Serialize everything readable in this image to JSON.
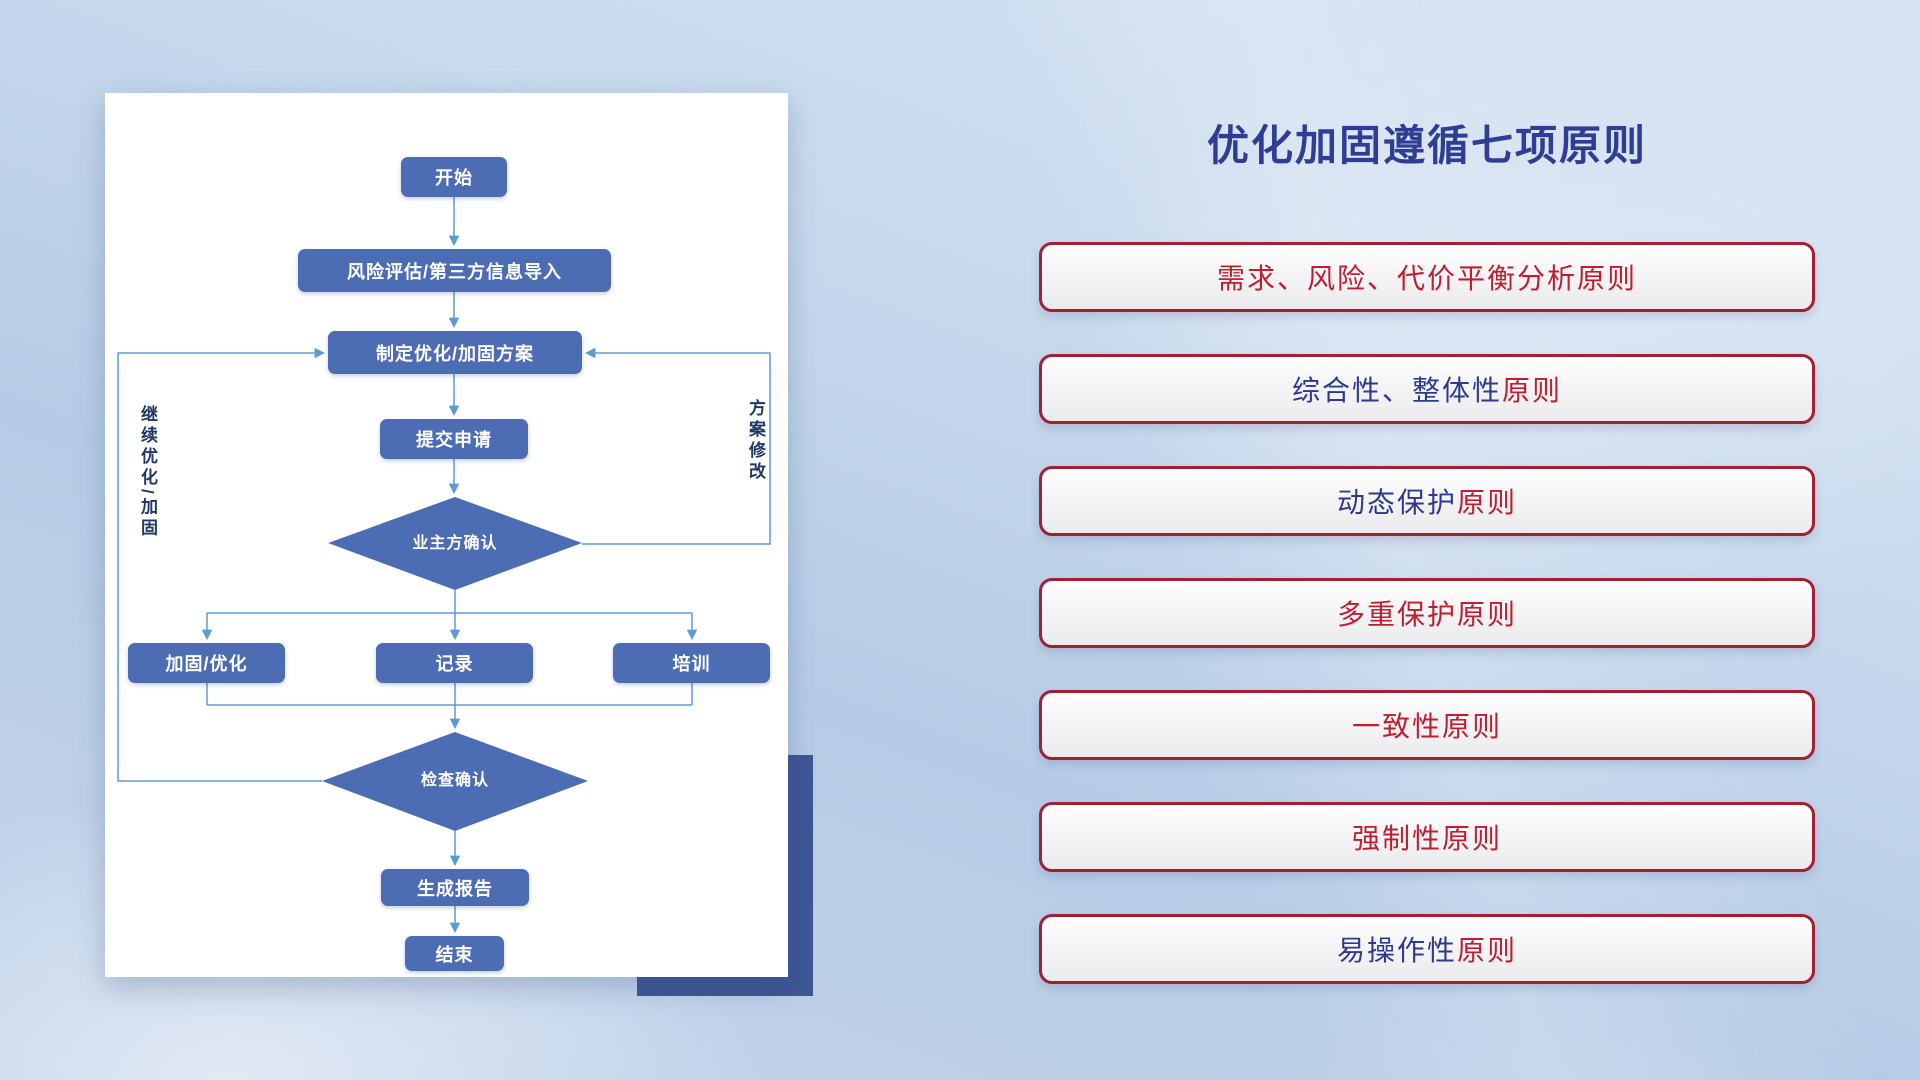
{
  "title": "优化加固遵循七项原则",
  "flowchart": {
    "nodes": {
      "start": "开始",
      "risk": "风险评估/第三方信息导入",
      "plan": "制定优化/加固方案",
      "submit": "提交申请",
      "confirm": "业主方确认",
      "reinforce": "加固/优化",
      "record": "记录",
      "training": "培训",
      "check": "检查确认",
      "report": "生成报告",
      "end": "结束"
    },
    "loop_labels": {
      "left": "继续优化/加固",
      "right": "方案修改"
    }
  },
  "principles": {
    "items": [
      {
        "part1": "",
        "part2": "需求、风险、代价平衡分析原则"
      },
      {
        "part1": "综合性、整体性",
        "part2": "原则"
      },
      {
        "part1": "动态保护",
        "part2": "原则"
      },
      {
        "part1": "",
        "part2": "多重保护原则"
      },
      {
        "part1": "",
        "part2": "一致性原则"
      },
      {
        "part1": "",
        "part2": "强制性原则"
      },
      {
        "part1": "易操作性",
        "part2": "原则"
      }
    ]
  },
  "colors": {
    "title_blue": "#2f3d94",
    "principle_red": "#bf1e2e",
    "principle_blue": "#2d3a8c",
    "principle_border_red": "#a32034",
    "node_blue": "#4c6cb3",
    "connector_blue": "#5b9bd5",
    "accent_rect_blue": "#3e5795",
    "background_blue": "#c0d2e9"
  }
}
